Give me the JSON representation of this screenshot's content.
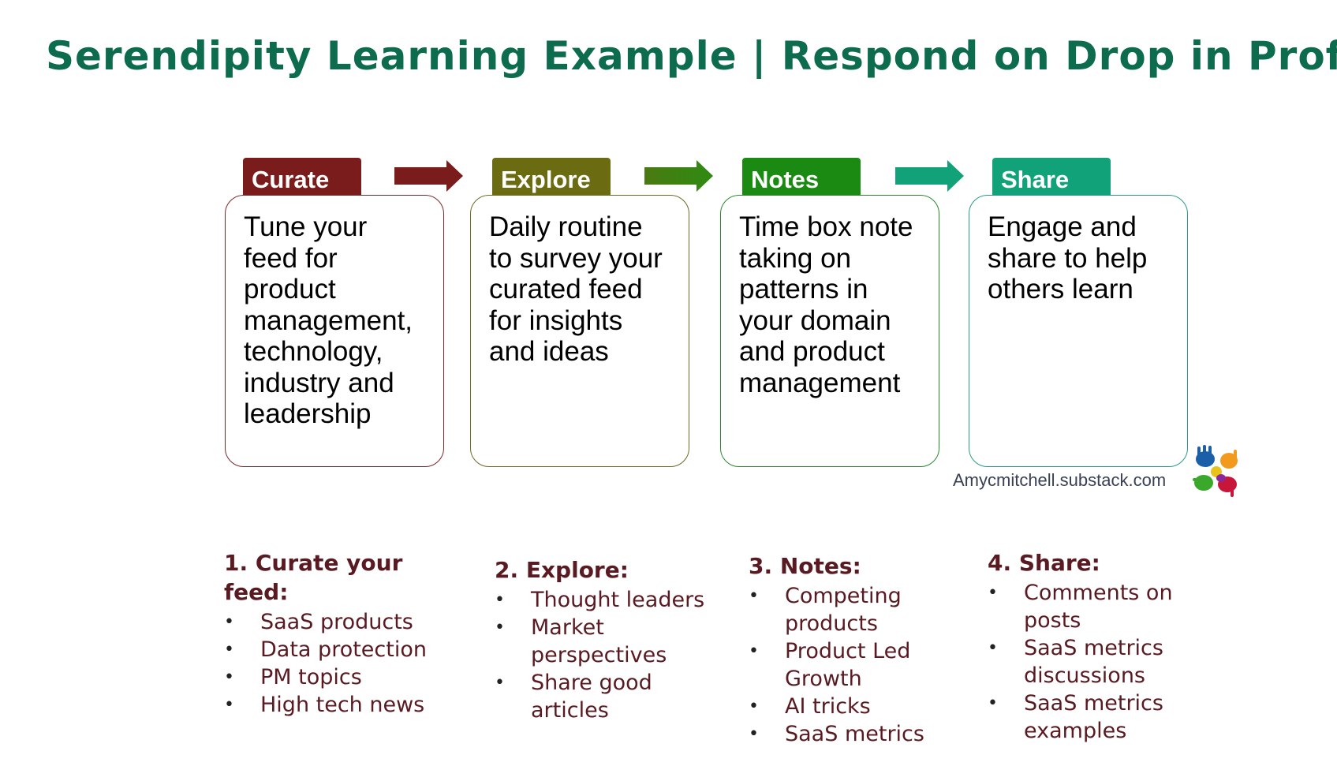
{
  "title": "Serendipity Learning Example | Respond on Drop in Profits",
  "stages": [
    {
      "label": "Curate",
      "text": "Tune your feed for product management, technology, industry and leadership",
      "lines": [
        "Tune your",
        "feed for",
        "product",
        "management,",
        "technology,",
        "industry and",
        "leadership"
      ]
    },
    {
      "label": "Explore",
      "lines": [
        "Daily routine",
        "to survey your",
        "curated feed",
        "for insights",
        "and ideas"
      ]
    },
    {
      "label": "Notes",
      "lines": [
        "Time box note",
        "taking on",
        "patterns in",
        "your domain",
        "and product",
        "management"
      ]
    },
    {
      "label": "Share",
      "lines": [
        "Engage and",
        "share to help",
        "others learn"
      ]
    }
  ],
  "colors": {
    "title": "#0d6b4e",
    "curate": "#7a1c1c",
    "explore": "#6b6b12",
    "notes": "#1a8a12",
    "share": "#12a27a",
    "list_text": "#5a1a22"
  },
  "credit": "Amycmitchell.substack.com",
  "logo_icon": "colorful-hands-icon",
  "columns": [
    {
      "heading": "1. Curate your feed:",
      "items": [
        "SaaS products",
        "Data protection",
        "PM topics",
        "High tech news"
      ]
    },
    {
      "heading": "2. Explore:",
      "items": [
        "Thought leaders",
        "Market perspectives",
        "Share good articles"
      ]
    },
    {
      "heading": "3. Notes:",
      "items": [
        "Competing products",
        "Product Led Growth",
        "AI tricks",
        "SaaS metrics"
      ]
    },
    {
      "heading": "4. Share:",
      "items": [
        "Comments on posts",
        "SaaS metrics discussions",
        "SaaS metrics examples"
      ]
    }
  ]
}
